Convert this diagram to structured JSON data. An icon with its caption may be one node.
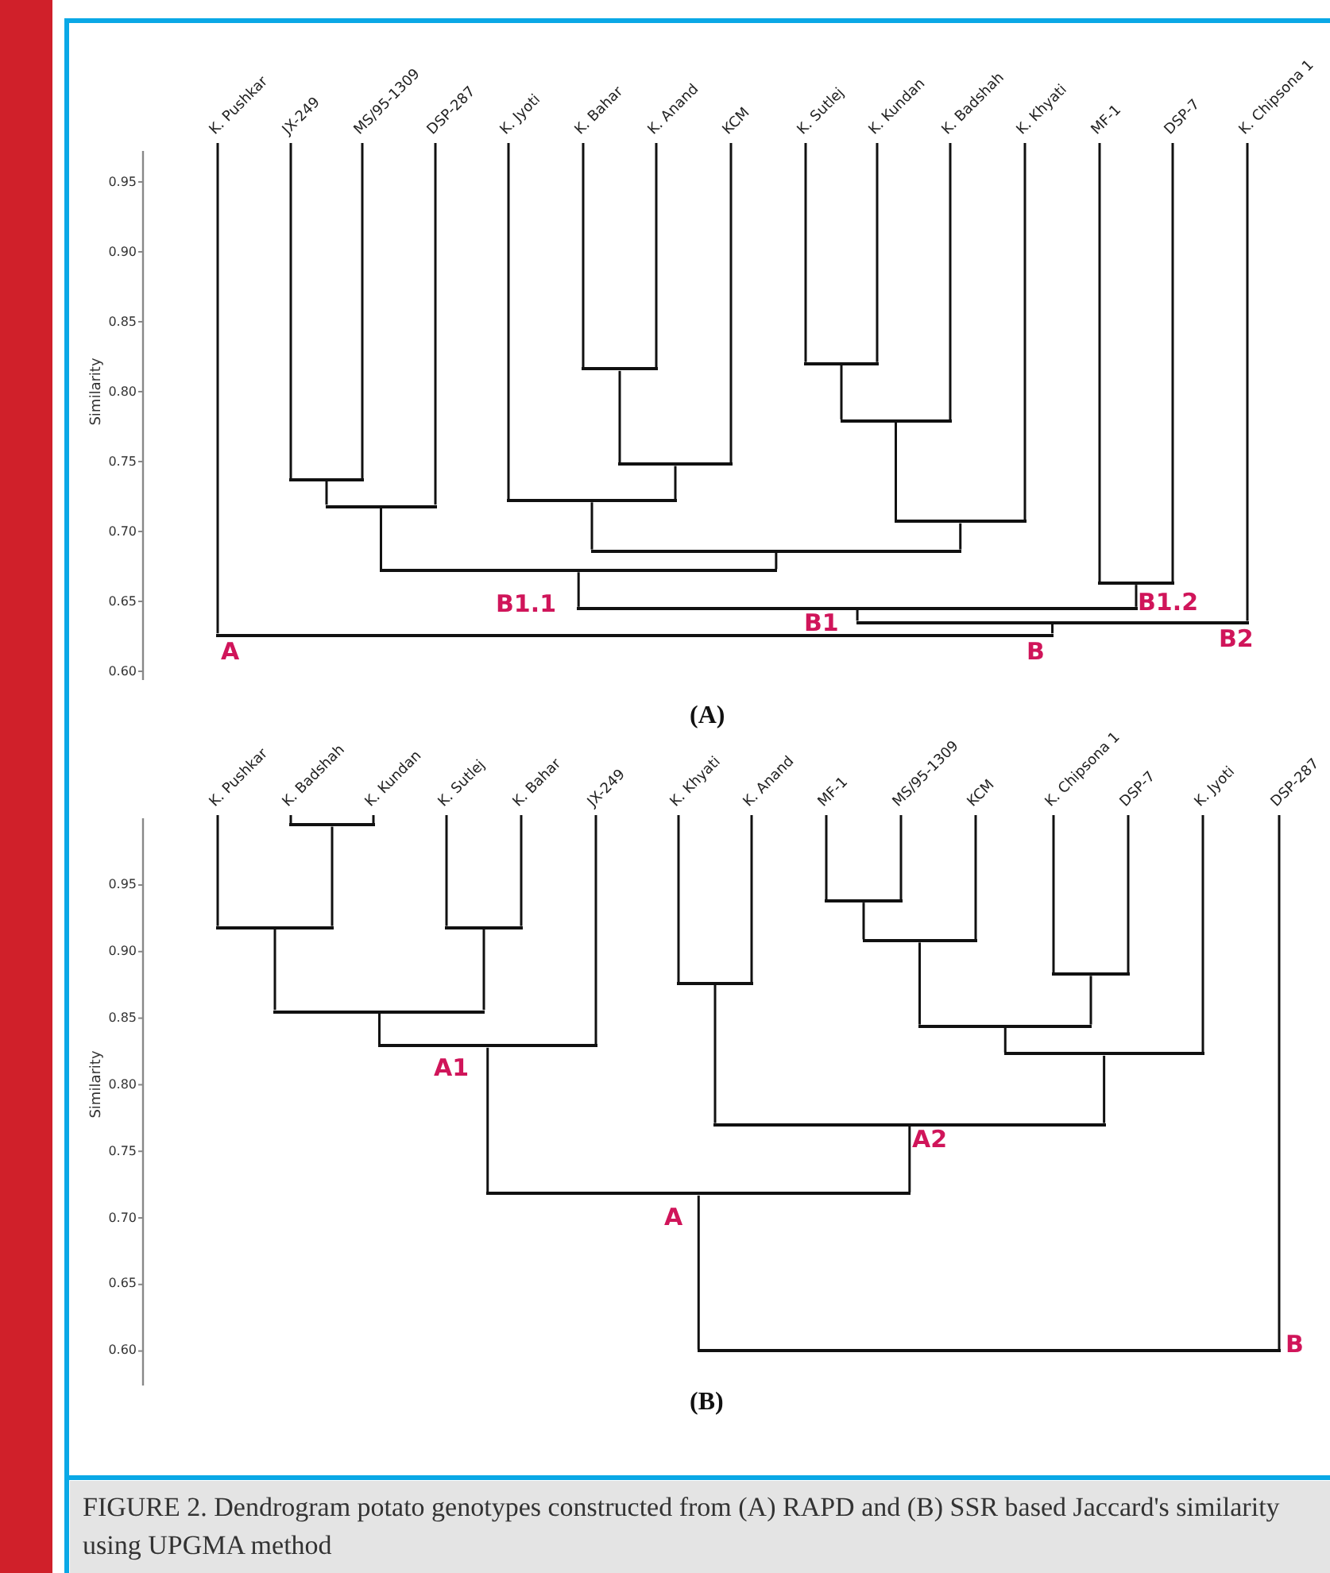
{
  "diagram": {
    "caption": "FIGURE 2. Dendrogram potato genotypes constructed from (A) RAPD and (B) SSR based Jaccard's similarity using UPGMA method",
    "nodes": [
      {
        "text": [
          "K. Pushkar"
        ]
      },
      {
        "text": [
          "JX-249"
        ]
      },
      {
        "text": [
          "MS/95-1309"
        ]
      },
      {
        "text": [
          "DSP-287"
        ]
      },
      {
        "text": [
          "K. Jyoti"
        ]
      },
      {
        "text": [
          "K. Bahar"
        ]
      },
      {
        "text": [
          "K. Anand"
        ]
      },
      {
        "text": [
          "KCM"
        ]
      },
      {
        "text": [
          "K. Sutlej"
        ]
      },
      {
        "text": [
          "K. Kundan"
        ]
      },
      {
        "text": [
          "K. Badshah"
        ]
      },
      {
        "text": [
          "K. Khyati"
        ]
      },
      {
        "text": [
          "MF-1"
        ]
      },
      {
        "text": [
          "DSP-7"
        ]
      },
      {
        "text": [
          "K. Chipsona 1"
        ]
      },
      {
        "text": [],
        "shape": "bar"
      },
      {
        "text": [],
        "shape": "bar"
      },
      {
        "text": [],
        "shape": "bar"
      },
      {
        "text": [],
        "shape": "bar"
      },
      {
        "text": [],
        "shape": "bar"
      },
      {
        "text": [],
        "shape": "bar"
      },
      {
        "text": [],
        "shape": "bar"
      },
      {
        "text": [],
        "shape": "bar"
      },
      {
        "text": [],
        "shape": "bar"
      },
      {
        "text": [],
        "shape": "bar",
        "beside": [
          "B1.1"
        ]
      },
      {
        "text": [],
        "shape": "bar",
        "beside": [
          "B1.2"
        ]
      },
      {
        "text": [],
        "shape": "bar",
        "beside": [
          "B1"
        ]
      },
      {
        "text": [],
        "shape": "bar",
        "beside": [
          "B2"
        ]
      },
      {
        "text": [],
        "shape": "bar",
        "beside": [
          "A",
          "B"
        ]
      },
      {
        "text": [
          "K. Pushkar"
        ]
      },
      {
        "text": [
          "K. Badshah"
        ]
      },
      {
        "text": [
          "K. Kundan"
        ]
      },
      {
        "text": [
          "K. Sutlej"
        ]
      },
      {
        "text": [
          "K. Bahar"
        ]
      },
      {
        "text": [
          "JX-249"
        ]
      },
      {
        "text": [
          "K. Khyati"
        ]
      },
      {
        "text": [
          "K. Anand"
        ]
      },
      {
        "text": [
          "MF-1"
        ]
      },
      {
        "text": [
          "MS/95-1309"
        ]
      },
      {
        "text": [
          "KCM"
        ]
      },
      {
        "text": [
          "K. Chipsona 1"
        ]
      },
      {
        "text": [
          "DSP-7"
        ]
      },
      {
        "text": [
          "K. Jyoti"
        ]
      },
      {
        "text": [
          "DSP-287"
        ]
      },
      {
        "text": [],
        "shape": "bar"
      },
      {
        "text": [],
        "shape": "bar"
      },
      {
        "text": [],
        "shape": "bar"
      },
      {
        "text": [],
        "shape": "bar"
      },
      {
        "text": [],
        "shape": "bar",
        "beside": [
          "A1"
        ]
      },
      {
        "text": [],
        "shape": "bar"
      },
      {
        "text": [],
        "shape": "bar"
      },
      {
        "text": [],
        "shape": "bar"
      },
      {
        "text": [],
        "shape": "bar"
      },
      {
        "text": [],
        "shape": "bar"
      },
      {
        "text": [],
        "shape": "bar"
      },
      {
        "text": [],
        "shape": "bar",
        "beside": [
          "A2"
        ]
      },
      {
        "text": [],
        "shape": "bar",
        "beside": [
          "A"
        ]
      },
      {
        "text": [],
        "shape": "bar",
        "beside": [
          "B"
        ]
      }
    ],
    "edges": [
      {
        "from": 1,
        "to": 15,
        "arrow": "none"
      },
      {
        "from": 2,
        "to": 15,
        "arrow": "none"
      },
      {
        "from": 15,
        "to": 16,
        "arrow": "none"
      },
      {
        "from": 3,
        "to": 16,
        "arrow": "none"
      },
      {
        "from": 5,
        "to": 17,
        "arrow": "none"
      },
      {
        "from": 6,
        "to": 17,
        "arrow": "none"
      },
      {
        "from": 17,
        "to": 18,
        "arrow": "none"
      },
      {
        "from": 7,
        "to": 18,
        "arrow": "none"
      },
      {
        "from": 4,
        "to": 19,
        "arrow": "none"
      },
      {
        "from": 18,
        "to": 19,
        "arrow": "none"
      },
      {
        "from": 8,
        "to": 20,
        "arrow": "none"
      },
      {
        "from": 9,
        "to": 20,
        "arrow": "none"
      },
      {
        "from": 20,
        "to": 21,
        "arrow": "none"
      },
      {
        "from": 10,
        "to": 21,
        "arrow": "none"
      },
      {
        "from": 21,
        "to": 22,
        "arrow": "none"
      },
      {
        "from": 11,
        "to": 22,
        "arrow": "none"
      },
      {
        "from": 19,
        "to": 23,
        "arrow": "none"
      },
      {
        "from": 22,
        "to": 23,
        "arrow": "none"
      },
      {
        "from": 16,
        "to": 24,
        "arrow": "none"
      },
      {
        "from": 23,
        "to": 24,
        "arrow": "none"
      },
      {
        "from": 12,
        "to": 25,
        "arrow": "none"
      },
      {
        "from": 13,
        "to": 25,
        "arrow": "none"
      },
      {
        "from": 24,
        "to": 26,
        "arrow": "none"
      },
      {
        "from": 25,
        "to": 26,
        "arrow": "none"
      },
      {
        "from": 26,
        "to": 27,
        "arrow": "none"
      },
      {
        "from": 14,
        "to": 27,
        "arrow": "none"
      },
      {
        "from": 0,
        "to": 28,
        "arrow": "none"
      },
      {
        "from": 27,
        "to": 28,
        "arrow": "none"
      },
      {
        "from": 30,
        "to": 44,
        "arrow": "none"
      },
      {
        "from": 31,
        "to": 44,
        "arrow": "none"
      },
      {
        "from": 29,
        "to": 45,
        "arrow": "none"
      },
      {
        "from": 44,
        "to": 45,
        "arrow": "none"
      },
      {
        "from": 32,
        "to": 46,
        "arrow": "none"
      },
      {
        "from": 33,
        "to": 46,
        "arrow": "none"
      },
      {
        "from": 45,
        "to": 47,
        "arrow": "none"
      },
      {
        "from": 46,
        "to": 47,
        "arrow": "none"
      },
      {
        "from": 47,
        "to": 48,
        "arrow": "none"
      },
      {
        "from": 34,
        "to": 48,
        "arrow": "none"
      },
      {
        "from": 35,
        "to": 49,
        "arrow": "none"
      },
      {
        "from": 36,
        "to": 49,
        "arrow": "none"
      },
      {
        "from": 37,
        "to": 50,
        "arrow": "none"
      },
      {
        "from": 38,
        "to": 50,
        "arrow": "none"
      },
      {
        "from": 50,
        "to": 51,
        "arrow": "none"
      },
      {
        "from": 39,
        "to": 51,
        "arrow": "none"
      },
      {
        "from": 40,
        "to": 52,
        "arrow": "none"
      },
      {
        "from": 41,
        "to": 52,
        "arrow": "none"
      },
      {
        "from": 51,
        "to": 53,
        "arrow": "none"
      },
      {
        "from": 52,
        "to": 53,
        "arrow": "none"
      },
      {
        "from": 53,
        "to": 54,
        "arrow": "none"
      },
      {
        "from": 42,
        "to": 54,
        "arrow": "none"
      },
      {
        "from": 49,
        "to": 55,
        "arrow": "none"
      },
      {
        "from": 54,
        "to": 55,
        "arrow": "none"
      },
      {
        "from": 48,
        "to": 56,
        "arrow": "none"
      },
      {
        "from": 55,
        "to": 56,
        "arrow": "none"
      },
      {
        "from": 56,
        "to": 57,
        "arrow": "none"
      },
      {
        "from": 43,
        "to": 57,
        "arrow": "none"
      }
    ],
    "labels": [
      "0.95",
      "0.90",
      "0.85",
      "0.80",
      "0.75",
      "0.70",
      "0.65",
      "0.60",
      "Similarity",
      "(A)",
      "0.95",
      "0.90",
      "0.85",
      "0.80",
      "0.75",
      "0.70",
      "0.65",
      "0.60",
      "Similarity",
      "(B)"
    ]
  }
}
